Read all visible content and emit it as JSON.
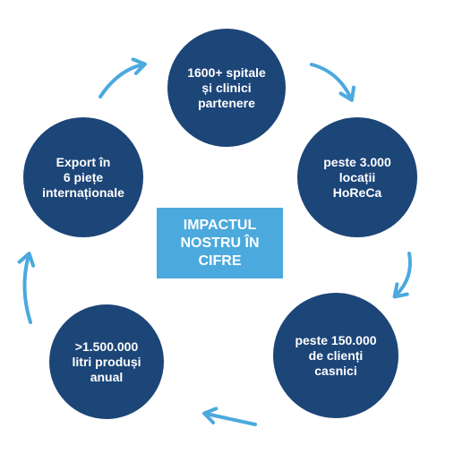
{
  "colors": {
    "circle_fill": "#1c4578",
    "center_fill": "#4ba9dd",
    "arrow": "#4ba9dd",
    "text": "#ffffff"
  },
  "center": {
    "lines": [
      "IMPACTUL",
      "NOSTRU ÎN",
      "CIFRE"
    ]
  },
  "circles": {
    "top": {
      "lines": [
        "1600+ spitale",
        "și clinici",
        "partenere"
      ]
    },
    "right": {
      "lines": [
        "peste 3.000",
        "locații",
        "HoReCa"
      ]
    },
    "bottom_right": {
      "lines": [
        "peste 150.000",
        "de clienți",
        "casnici"
      ]
    },
    "bottom_left": {
      "lines": [
        ">1.500.000",
        "litri produși",
        "anual"
      ]
    },
    "left": {
      "lines": [
        "Export în",
        "6 piețe",
        "internaționale"
      ]
    }
  }
}
